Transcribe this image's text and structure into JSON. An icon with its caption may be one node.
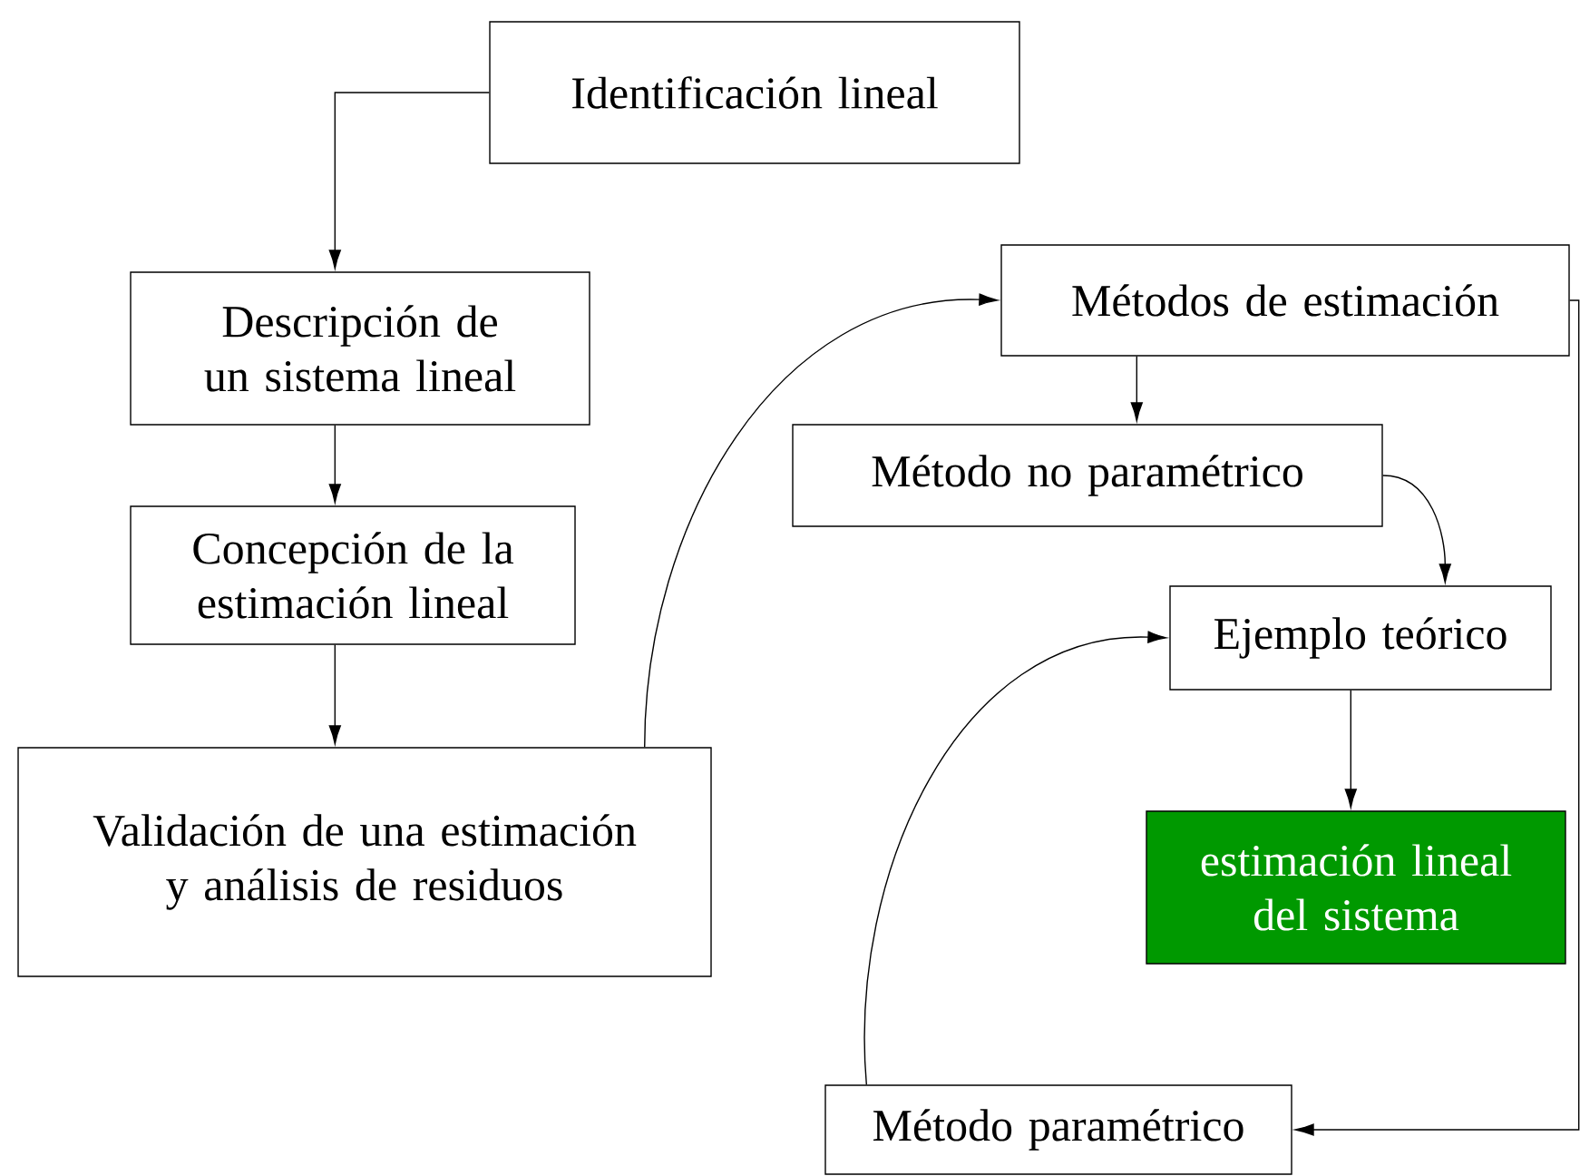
{
  "diagram": {
    "nodes": [
      {
        "text": [
          "Identificación lineal"
        ]
      },
      {
        "text": [
          "Descripción de un sistema lineal"
        ]
      },
      {
        "text": [
          "Concepción de la estimación lineal"
        ]
      },
      {
        "text": [
          "Validación de una estimación y análisis de residuos"
        ]
      },
      {
        "text": [
          "Métodos de estimación"
        ]
      },
      {
        "text": [
          "Método no paramétrico"
        ]
      },
      {
        "text": [
          "Ejemplo teórico"
        ]
      },
      {
        "text": [
          "estimación lineal del sistema"
        ]
      },
      {
        "text": [
          "Método paramétrico"
        ]
      }
    ],
    "edges": [
      {
        "from": 0,
        "to": 1,
        "arrow": "to"
      },
      {
        "from": 1,
        "to": 2,
        "arrow": "to"
      },
      {
        "from": 2,
        "to": 3,
        "arrow": "to"
      },
      {
        "from": 3,
        "to": 4,
        "arrow": "to"
      },
      {
        "from": 4,
        "to": 5,
        "arrow": "to"
      },
      {
        "from": 5,
        "to": 6,
        "arrow": "to"
      },
      {
        "from": 6,
        "to": 7,
        "arrow": "to"
      },
      {
        "from": 8,
        "to": 6,
        "arrow": "to"
      },
      {
        "from": 4,
        "to": 8,
        "arrow": "to"
      }
    ]
  }
}
